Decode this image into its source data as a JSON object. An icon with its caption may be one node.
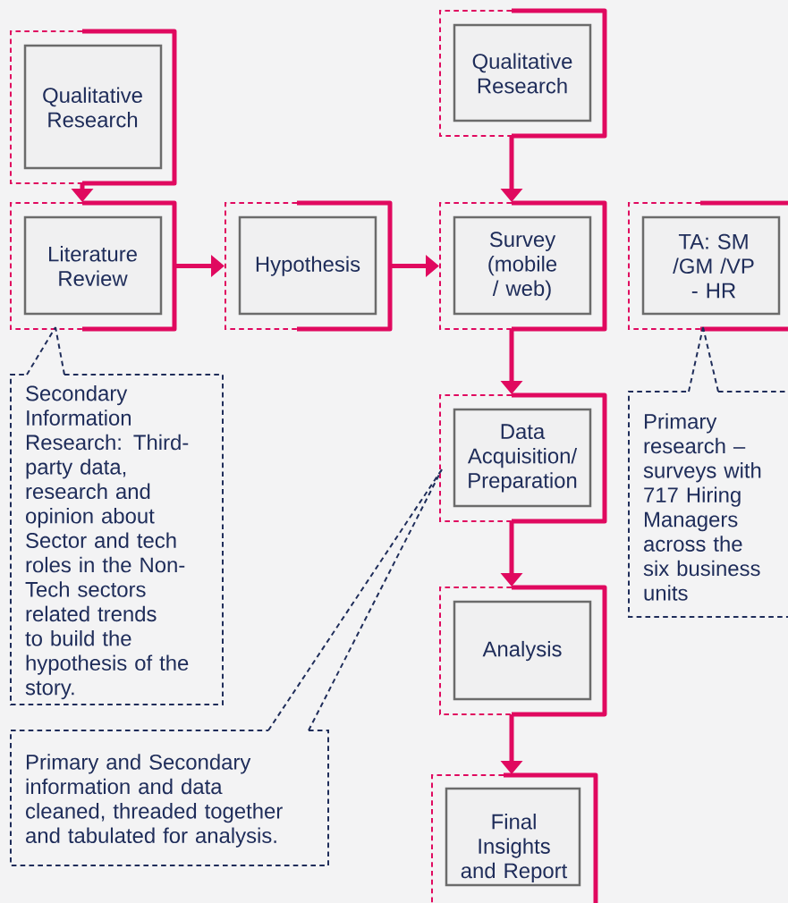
{
  "diagram": {
    "nodes": [
      {
        "text": [
          "Qualitative Research"
        ]
      },
      {
        "text": [
          "Literature Review"
        ]
      },
      {
        "text": [
          "Hypothesis"
        ]
      },
      {
        "text": [
          "Qualitative Research"
        ]
      },
      {
        "text": [
          "Survey (mobile / web)"
        ]
      },
      {
        "text": [
          "TA: SM /GM /VP - HR"
        ]
      },
      {
        "text": [
          "Data Acquisition/ Preparation"
        ]
      },
      {
        "text": [
          "Analysis"
        ]
      },
      {
        "text": [
          "Final Insights and Report"
        ]
      },
      {
        "text": [
          "Secondary Information Research: Third-party data, research and opinion about Sector and tech roles in the Non-Tech sectors related trends to build the hypothesis of the story."
        ]
      },
      {
        "text": [
          "Primary research – surveys with 717 Hiring Managers across the six business units"
        ]
      },
      {
        "text": [
          "Primary and Secondary information and data cleaned, threaded together and tabulated for analysis."
        ]
      }
    ],
    "edges": [
      {
        "from": 0,
        "to": 1,
        "arrow": "to"
      },
      {
        "from": 1,
        "to": 2,
        "arrow": "to"
      },
      {
        "from": 2,
        "to": 4,
        "arrow": "to"
      },
      {
        "from": 3,
        "to": 4,
        "arrow": "to"
      },
      {
        "from": 4,
        "to": 6,
        "arrow": "to"
      },
      {
        "from": 6,
        "to": 7,
        "arrow": "to"
      },
      {
        "from": 7,
        "to": 8,
        "arrow": "to"
      },
      {
        "from": 9,
        "to": 1,
        "arrow": "none",
        "style": "dashed",
        "color": "#1f2d5a"
      },
      {
        "from": 10,
        "to": 5,
        "arrow": "none",
        "style": "dashed",
        "color": "#1f2d5a"
      },
      {
        "from": 11,
        "to": 6,
        "arrow": "none",
        "style": "dashed",
        "color": "#1f2d5a"
      }
    ]
  }
}
